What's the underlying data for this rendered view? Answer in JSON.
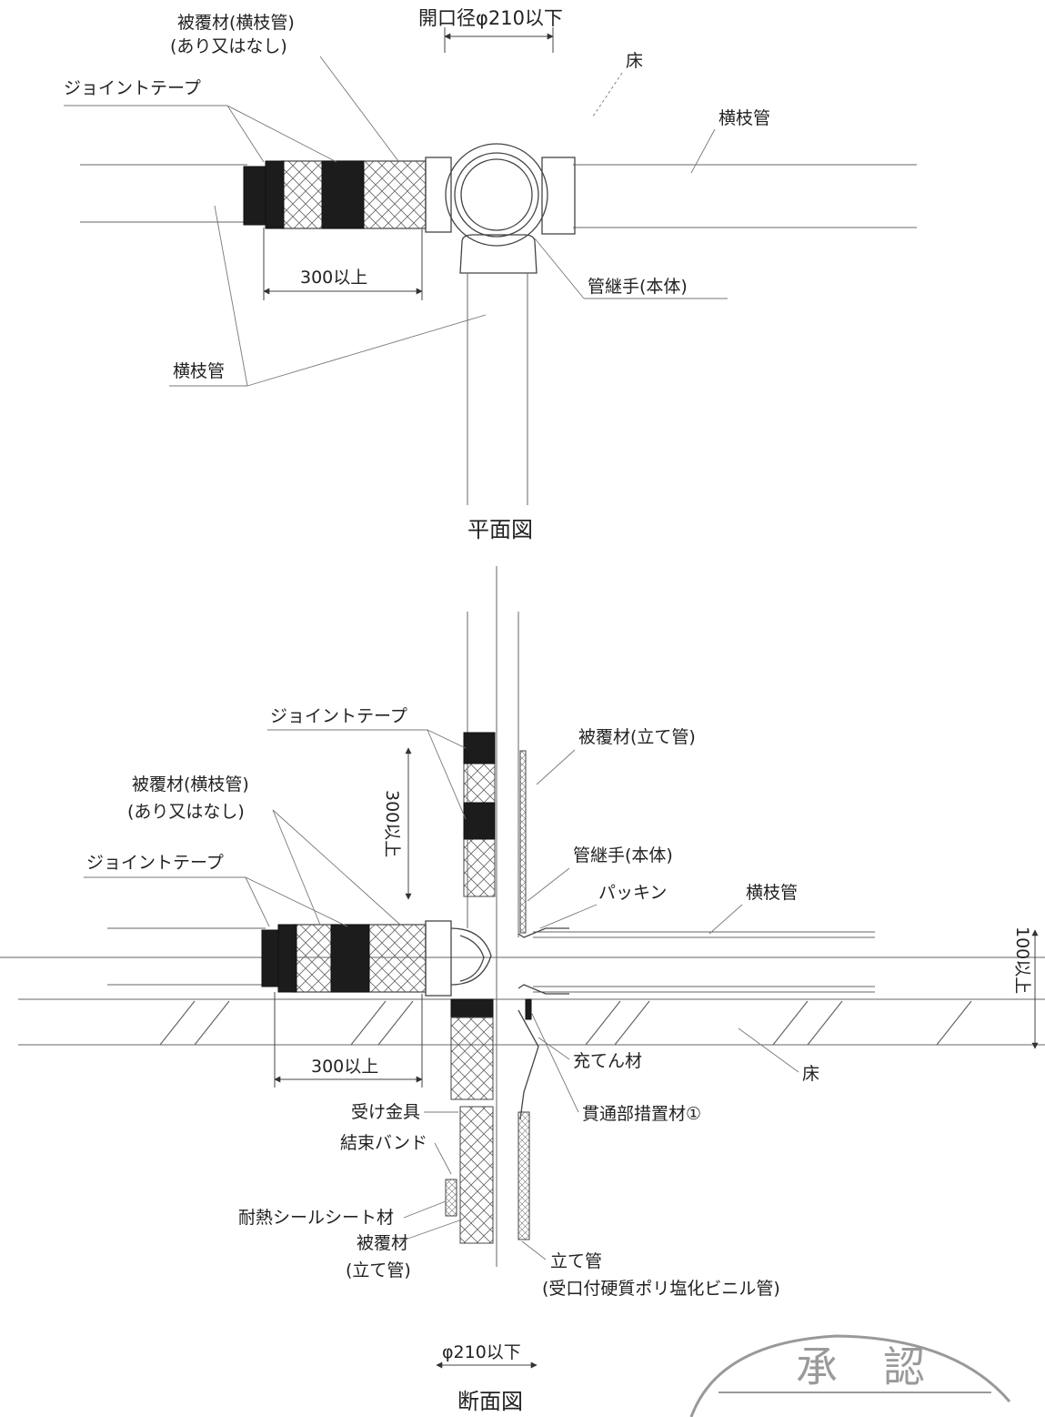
{
  "plan_view": {
    "title": "平面図",
    "opening_dim": "開口径φ210以下",
    "floor": "床",
    "branch_pipe_right": "横枝管",
    "covering_branch": "被覆材(横枝管)",
    "covering_branch_sub": "(あり又はなし)",
    "joint_tape": "ジョイントテープ",
    "length_dim": "300以上",
    "fitting_body": "管継手(本体)",
    "branch_pipe_left": "横枝管"
  },
  "section_view": {
    "title": "断面図",
    "joint_tape_top": "ジョイントテープ",
    "covering_riser": "被覆材(立て管)",
    "covering_branch": "被覆材(横枝管)",
    "covering_branch_sub": "(あり又はなし)",
    "vertical_dim": "300以上",
    "fitting_body": "管継手(本体)",
    "joint_tape_left": "ジョイントテープ",
    "packing": "パッキン",
    "branch_pipe": "横枝管",
    "depth_dim": "100以上",
    "filler": "充てん材",
    "floor": "床",
    "horizontal_dim": "300以上",
    "penetration_material": "貫通部措置材①",
    "receiving_bracket": "受け金具",
    "binding_band": "結束バンド",
    "heat_seal_sheet": "耐熱シールシート材",
    "covering_riser_lower": "被覆材",
    "covering_riser_lower_sub": "(立て管)",
    "riser_pipe": "立て管",
    "riser_pipe_spec": "(受口付硬質ポリ塩化ビニル管)",
    "diameter_dim": "φ210以下"
  },
  "stamp": {
    "text": "承認"
  }
}
